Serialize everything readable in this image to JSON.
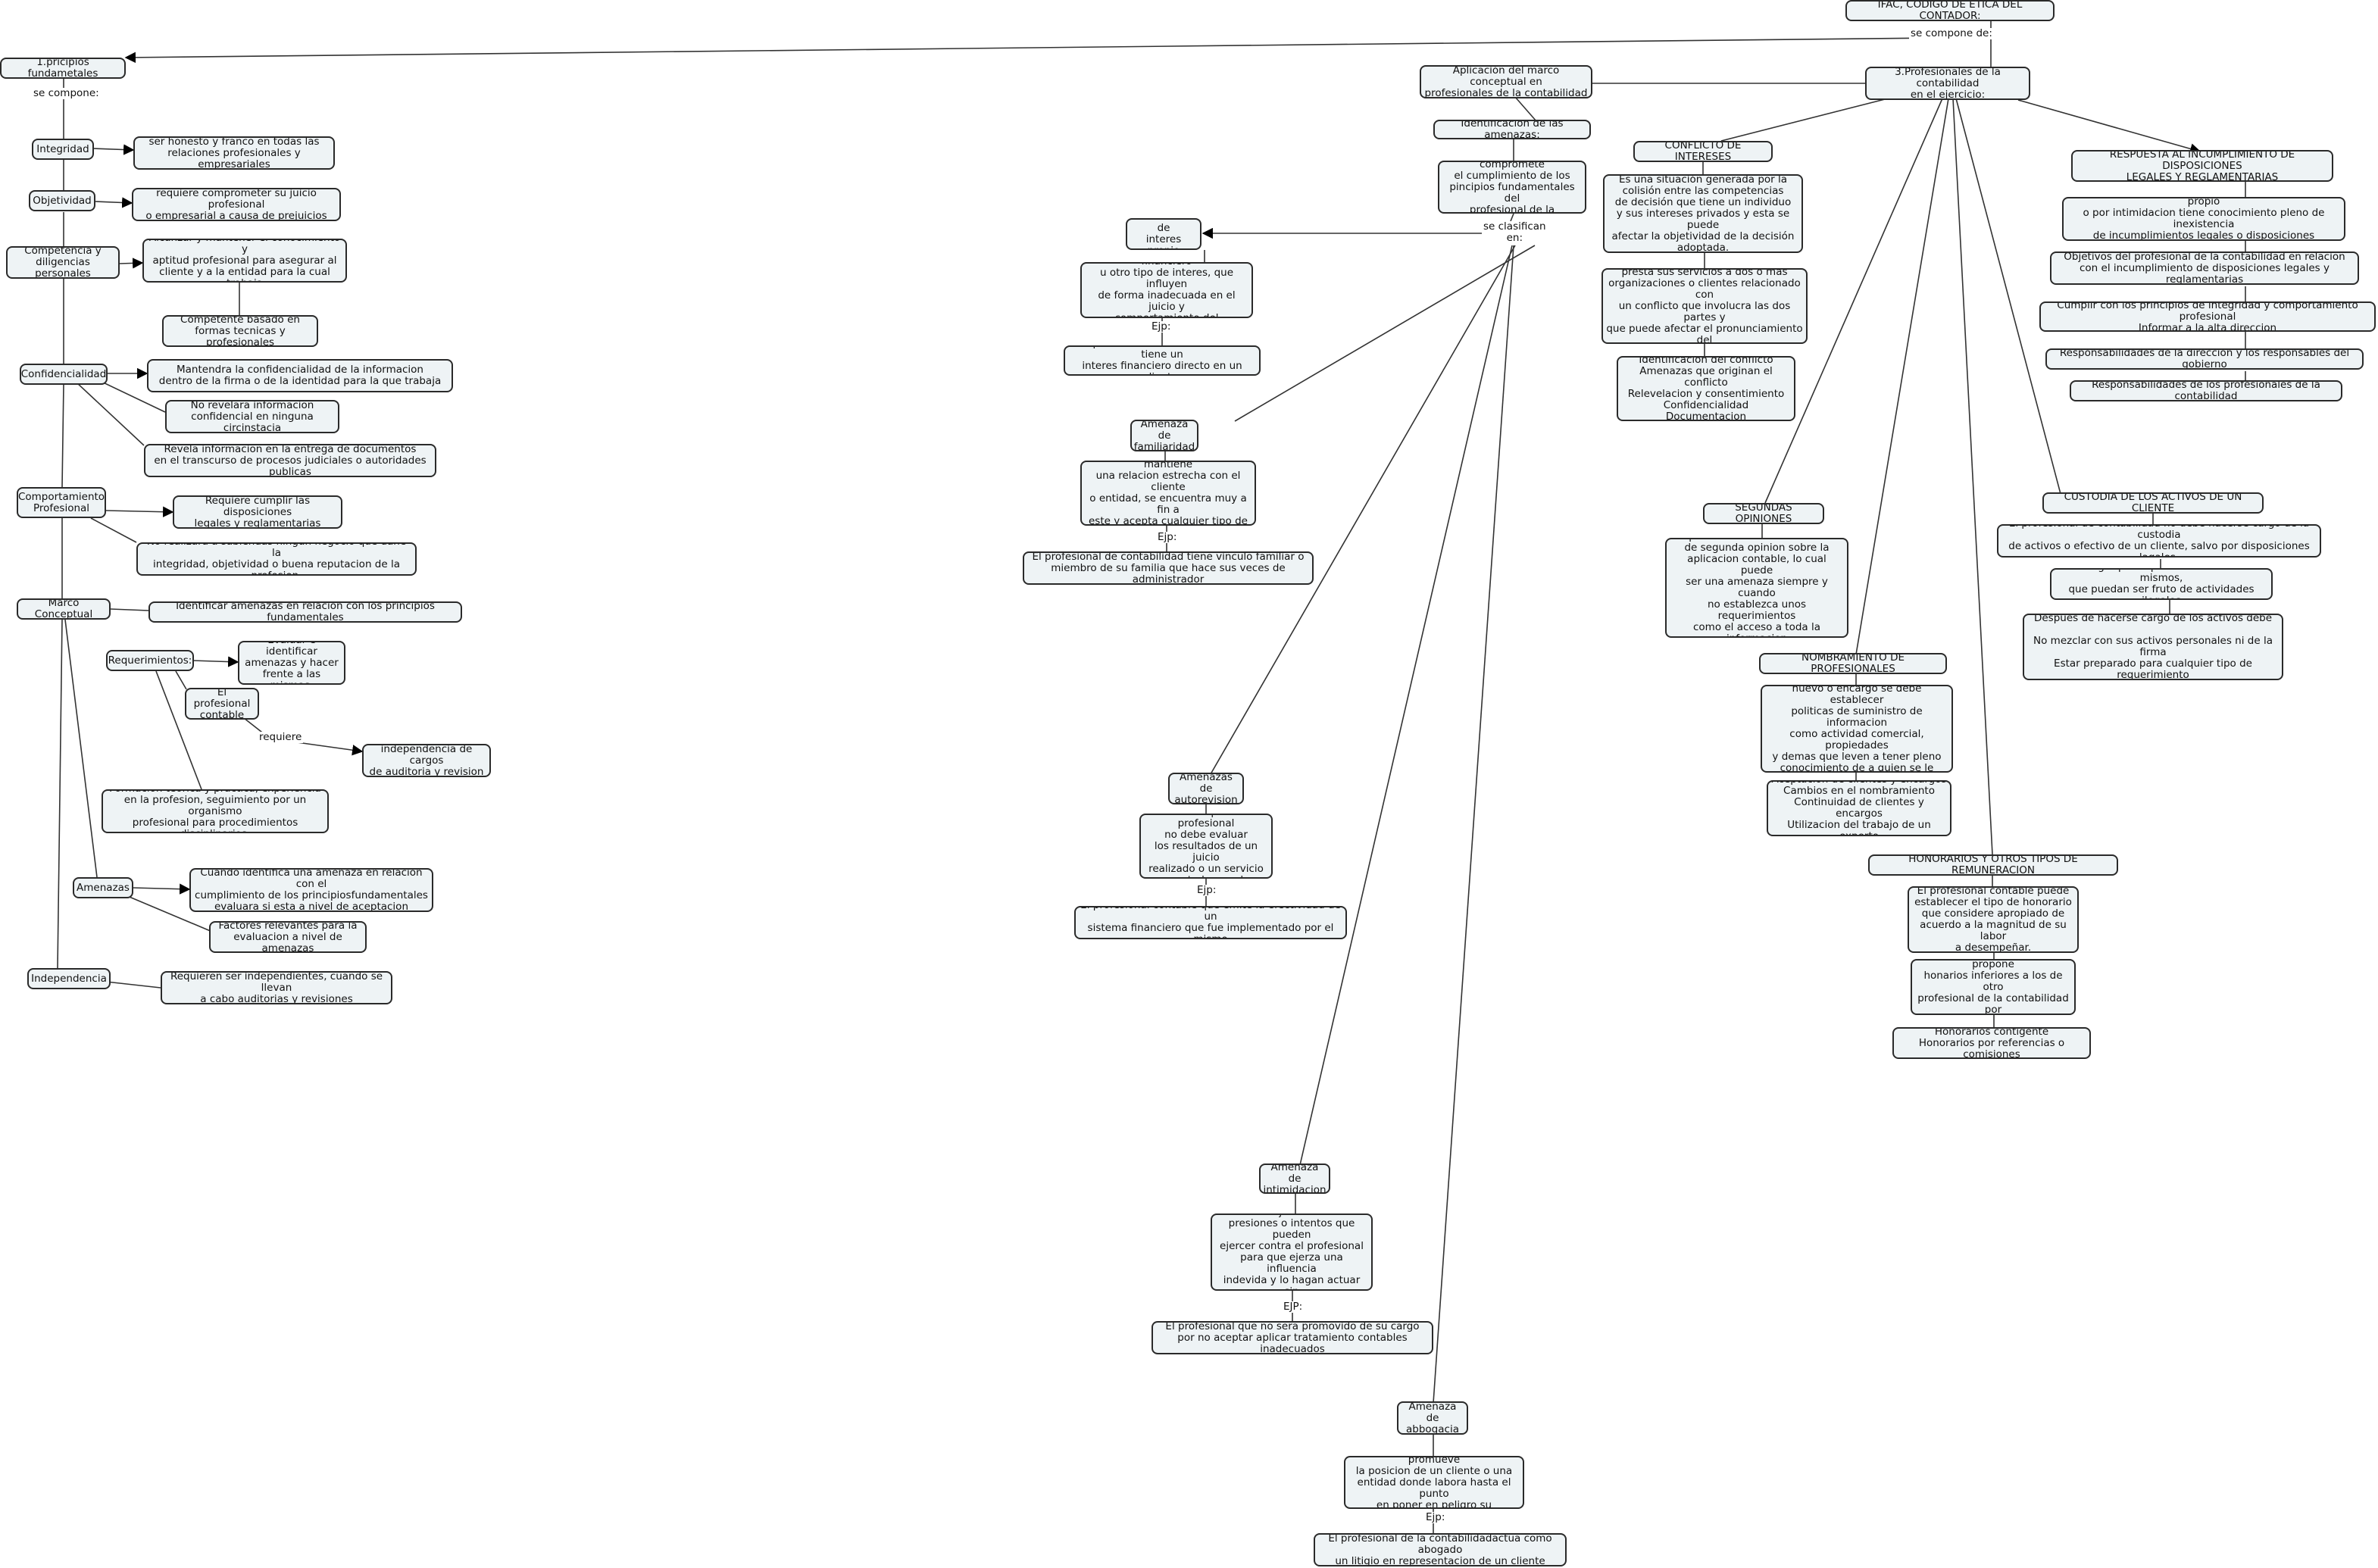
{
  "root": "IFAC, CODIGO DE ETICA DEL CONTADOR:",
  "root_link": "se compone de:",
  "left": {
    "title": "1.pricipios fundametales",
    "link": "se compone:",
    "integridad": "Integridad",
    "integridad_desc": "ser honesto y franco en todas las\nrelaciones profesionales y empresariales",
    "objetividad": "Objetividad",
    "objetividad_desc": "requiere comprometer su juicio profesional\no empresarial a causa de prejuicios",
    "competencia": "Competencia y\ndiligencias personales",
    "competencia_desc": "Alcanzar y mantener el conocimiento y\naptitud profesional para asegurar al\ncliente y a la entidad para la cual trabaja",
    "competente": "Competente basado en\nformas tecnicas y profesionales",
    "confidencialidad": "Confidencialidad",
    "conf_1": "Mantendra la confidencialidad de la informacion\ndentro de la firma o de la identidad para la que trabaja",
    "conf_2": "No revelara informacion\nconfidencial en ninguna circinstacia",
    "conf_3": "Revela informacion en la entrega de documentos\nen el transcurso de procesos judiciales o autoridades publicas",
    "comportamiento": "Comportamiento\nProfesional",
    "comp_1": "Requiere cumplir las disposiciones\nlegales y reglamentarias",
    "comp_2": "No realizara a sabiendas ningun negocio que dañe la\nintegridad, objetividad o buena reputacion de la profesion.",
    "marco": "Marco Conceptual",
    "marco_1": "Identificar amenazas en relacion con los principios fundamentales",
    "requerimientos": "Requerimientos:",
    "req_1": "Evaluar e identificar\namenazas y hacer\nfrente a las mismas.",
    "profesional": "El profesional\ncontable",
    "requiere": "requiere",
    "independencia_cargos": "independencia de cargos\nde auditoria y revision",
    "formacion": "Formacion teorica y practica, experiencia\nen la profesion, seguimiento por un organismo\nprofesional para procedimientos disciplinarios.",
    "amenazas": "Amenazas",
    "amen_1": "Cuando identifica una amenaza en relacion con el\ncumplimiento de los principiosfundamentales\nevaluara si esta a nivel de aceptacion",
    "amen_2": "Factores relevantes para la\nevaluacion a nivel de amenazas",
    "independencia": "Independencia",
    "indep_1": "Requieren ser independientes, cuando se llevan\na cabo auditorias y revisiones"
  },
  "middle": {
    "aplicacion": "Aplicación del marco conceptual en\nprofesionales de la contabilidad",
    "identificacion": "Identificacion de las amenazas:",
    "definicion": "es aquella que compromete\nel cumplimiento de los\npincipios fundamentales del\nprofesional de la contabilidad.",
    "clasifican": "se clasifican\nen:",
    "interes": "Amenazas de\ninteres propio",
    "interes_desc": "En estas hay un interes financiero\nu otro tipo de interes, que influyen\nde forma inadecuada en el juicio y\ncomportamiento del profesional.",
    "ej1": "Ejp:",
    "interes_ej": "El profesional de la contabilidad tiene un\ninteres financiero directo en un cliente.",
    "familiaridad": "Amenaza de\nfamiliaridad",
    "familiaridad_desc": "En la que el profesional mantiene\nuna relacion estrecha con el cliente\no entidad, se encuentra muy a fin a\neste y acepta cualquier tipo de\ntrabajo que estos le propongan.",
    "ej2": "Ejp:",
    "familiaridad_ej": "El profesional de contabilidad tiene vinculo familiar o\nmiembro de su familia que hace sus veces de administrador",
    "autorevision": "Amenazas de\nautorevision",
    "autorevision_desc": "En las que el profesional\nno debe evaluar\nlos resultados de un juicio\nrealizado o un servicio\nprestado por el.",
    "ej3": "Ejp:",
    "autorevision_ej": "El profesional contable que emite la efectividad de un\nsistema financiero que fue implementado por el mismo",
    "intimidacion": "Amenaza de\nintimidacion",
    "intimidacion_desc": "es aquella en la que se ejercen\npresiones o intentos que pueden\nejercer contra el profesional\npara que ejerza una influencia\nindevida y lo hagan actuar sin\nobjetividad.",
    "ej4": "EJP:",
    "intimidacion_ej": "El profesional que no sera promovido de su cargo\npor no aceptar aplicar tratamiento contables inadecuados",
    "abbogacia": "Amenaza de\nabbogacia",
    "abbogacia_desc": "En la que el profesional promueve\nla posicion de un cliente o una\nentidad donde labora hasta el punto\nen poner en peligro su objetividad.",
    "ej5": "Ejp:",
    "abbogacia_ej": "El profesional de la contabilidadactua como abogado\nun litigio en representacion de un cliente"
  },
  "right": {
    "title": "3.Profesionales de la contabilidad\nen el ejercicio:",
    "conflicto": "CONFLICTO DE INTERESES",
    "conflicto_1": "Es una situación generada por la\ncolisión entre las competencias\nde decisión que tiene un individuo\ny sus intereses privados y esta se puede\nafectar la objetividad de la decisión\nadoptada.",
    "conflicto_2": "Cuando el profesional de contabilidad\npresta sus servicios a dos o mas\norganizaciones o clientes relacionado con\nun conflicto que involucra las dos partes y\nque puede afectar el pronunciamiento del\ncontador.",
    "conflicto_3": "Identificacion del conflicto\nAmenazas que originan el conflicto\nRelevelacion y consentimiento\nConfidencialidad\nDocumentacion",
    "segundas": "SEGUNDAS OPINIONES",
    "segundas_1": "El profesional de contabilidad\npuede recibir una solicitud\nde segunda opinion sobre la\naplicacion contable, lo cual puede\nser una amenaza siempre y cuando\nno establezca unos requerimientos\ncomo el acceso a toda la informacion\nque llevaba el antecesor.",
    "nombramiento": "NOMBRAMIENTO DE PROFESIONALES",
    "nombramiento_1": "En el momento de aceptacion de un\nnuevo o encargo se debe establecer\npoliticas de suministro de informacion\ncomo actividad comercial, propiedades\ny demas que leven a tener pleno\nconocimiento de a quien se le presta\nservicio.",
    "nombramiento_2": "Aceptacion de clientes y encargos\nCambios en el nombramiento\nContinuidad de clientes y encargos\nUtilizacion del trabajo de un experto",
    "honorarios": "HONORARIOS Y OTROS TIPOS DE REMUNERACION",
    "honorarios_1": "El profesional contable puede\nestablecer el tipo de honorario\nque considere apropiado de\nacuerdo a la magnitud de su labor\na desempeñar.",
    "honorarios_2": "Cuando otro profesional propone\nhonarios inferiores a los de otro\nprofesional de la contabilidad por\nobtener el cargo o labor",
    "honorarios_3": "Honorarios contigente\nHonorarios por referencias o comisiones",
    "respuesta": "RESPUESTA AL INCUMPLIMIENTO DE DISPOSICIONES\nLEGALES Y REGLAMENTARIAS",
    "respuesta_1": "Cuando el profesional de la contabilidad por interes propio\no por intimidacion tiene conocimiento pleno de inexistencia\nde incumplimientos legales o disposiciones reglamentrias",
    "respuesta_2": "Objetivos del profesional de la contabilidad en relacion\ncon el incumplimiento de disposiciones legales y reglamentarias",
    "respuesta_3": "Cumplir con los principios de integridad y comportamiento profesional\nInformar a la alta direccion",
    "respuesta_4": "Responsabilidades de la direccion y los responsables del gobierno",
    "respuesta_5": "Responsabilidades de los profesionales de la contabilidad",
    "custodia": "CUSTODIA DE LOS ACTIVOS DE UN CLIENTE",
    "custodia_1": "El profesional de contabilidad no debe hacerse cargo de la custodia\nde activos o efectivo de un cliente, salvo por disposiciones lagales.",
    "custodia_2": "Indagar por la procedencia de los mismos,\nque puedan ser fruto de actividades ilegales",
    "custodia_3": "Despues de hacerse cargo de los activos debe\n\nNo mezclar con sus activos personales ni de la firma\nEstar preparado para cualquier tipo de requerimiento"
  }
}
